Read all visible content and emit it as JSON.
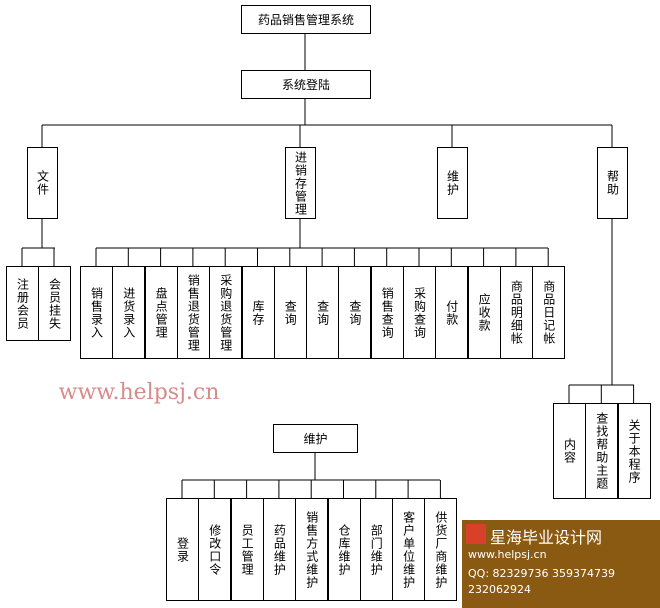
{
  "root": "药品销售管理系统",
  "login": "系统登陆",
  "modules": [
    "文件",
    "进销存管理",
    "维护",
    "帮助"
  ],
  "file_children": [
    "注册会员",
    "会员挂失"
  ],
  "jxc_children": [
    "销售录入",
    "进货录入",
    "盘点管理",
    "销售退货管理",
    "采购退货管理",
    "库存",
    "查询",
    "查询",
    "查询",
    "销售查询",
    "采购查询",
    "付款",
    "应收款",
    "商品明细帐",
    "商品日记帐"
  ],
  "help_children": [
    "内容",
    "查找帮助主题",
    "关于本程序"
  ],
  "maint_title": "维护",
  "maint_children": [
    "登录",
    "修改口令",
    "员工管理",
    "药品维护",
    "销售方式维护",
    "仓库维护",
    "部门维护",
    "客户单位维护",
    "供货厂商维护"
  ],
  "watermark": "www.helpsj.cn",
  "banner": {
    "name": "星海毕业设计网",
    "url": "www.helpsj.cn",
    "qq": "QQ: 82329736  359374739  232062924"
  }
}
